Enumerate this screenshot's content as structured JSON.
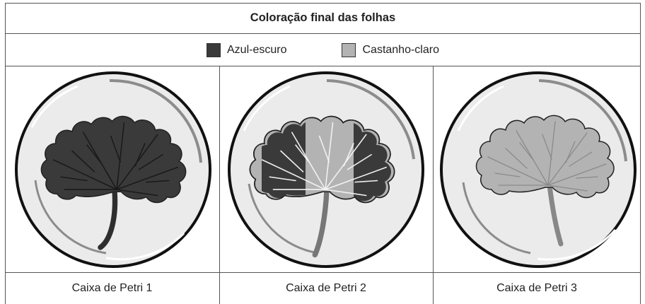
{
  "title": "Coloração final das folhas",
  "legend": [
    {
      "label": "Azul-escuro",
      "color": "#3a3a3a"
    },
    {
      "label": "Castanho-claro",
      "color": "#b3b3b3"
    }
  ],
  "dishes": [
    {
      "label": "Caixa de Petri 1",
      "leaf_coloring": "Azul-escuro"
    },
    {
      "label": "Caixa de Petri 2",
      "leaf_coloring": "Azul-escuro / Castanho-claro"
    },
    {
      "label": "Caixa de Petri 3",
      "leaf_coloring": "Castanho-claro"
    }
  ],
  "colors": {
    "dark": "#3a3a3a",
    "light": "#b3b3b3",
    "dish_fill": "#ebebeb",
    "border": "#555555"
  }
}
